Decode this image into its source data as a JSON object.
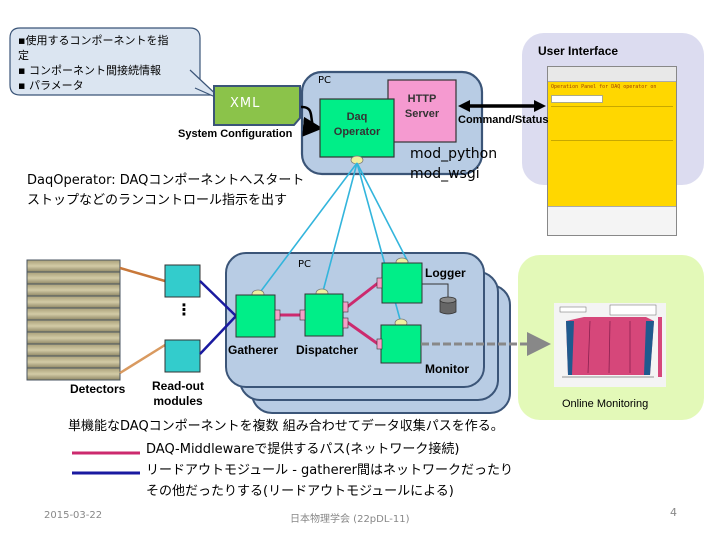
{
  "callout": {
    "lines": [
      "▪使用するコンポーネントを指",
      "定",
      "▪ コンポーネント間接続情報",
      "▪ パラメータ"
    ]
  },
  "xml_box": {
    "label": "XML",
    "caption": "System Configuration"
  },
  "pc_top": {
    "label": "PC",
    "daq_operator": "Daq\nOperator",
    "daq_operator_line1": "Daq",
    "daq_operator_line2": "Operator",
    "http_server_line1": "HTTP",
    "http_server_line2": "Server",
    "modules": [
      "mod_python",
      "mod_wsgi"
    ]
  },
  "command_status": "Command/Status",
  "user_interface": {
    "title": "User Interface",
    "screenshot_title": "Operation Panel for DAQ operator on"
  },
  "daq_operator_desc": {
    "lines": [
      "DaqOperator: DAQコンポーネントへスタート",
      "ストップなどのランコントロール指示を出す"
    ]
  },
  "pc_bottom": {
    "label": "PC",
    "components": [
      "Gatherer",
      "Dispatcher",
      "Logger",
      "Monitor"
    ]
  },
  "detectors": {
    "label": "Detectors",
    "strip_count": 10
  },
  "readout": {
    "label_line1": "Read-out",
    "label_line2": "modules",
    "ellipsis": "⋮"
  },
  "online_monitoring": {
    "title": "Online Monitoring"
  },
  "summary": {
    "headline": "単機能なDAQコンポーネントを複数 組み合わせてデータ収集パスを作る。",
    "legend": [
      {
        "color": "#cc2a6e",
        "text": "DAQ-Middlewareで提供するパス(ネットワーク接続)"
      },
      {
        "color": "#1a1aa0",
        "text": "リードアウトモジュール - gatherer間はネットワークだったり"
      }
    ],
    "continuation": "その他だったりする(リードアウトモジュールによる)"
  },
  "footer": {
    "date": "2015-03-22",
    "center": "日本物理学会 (22pDL-11)",
    "page": "4"
  },
  "colors": {
    "pc_fill": "#b8cce4",
    "pc_border": "#3b5578",
    "component_green": "#00ee88",
    "http_pink": "#f59ad0",
    "xml_green": "#8bc34a",
    "ui_bg": "#dcdcf0",
    "monitor_bg": "#e3f9b8",
    "network_path": "#cc2a6e",
    "readout_path": "#1a1aa0",
    "control_line": "#33b5dc"
  }
}
